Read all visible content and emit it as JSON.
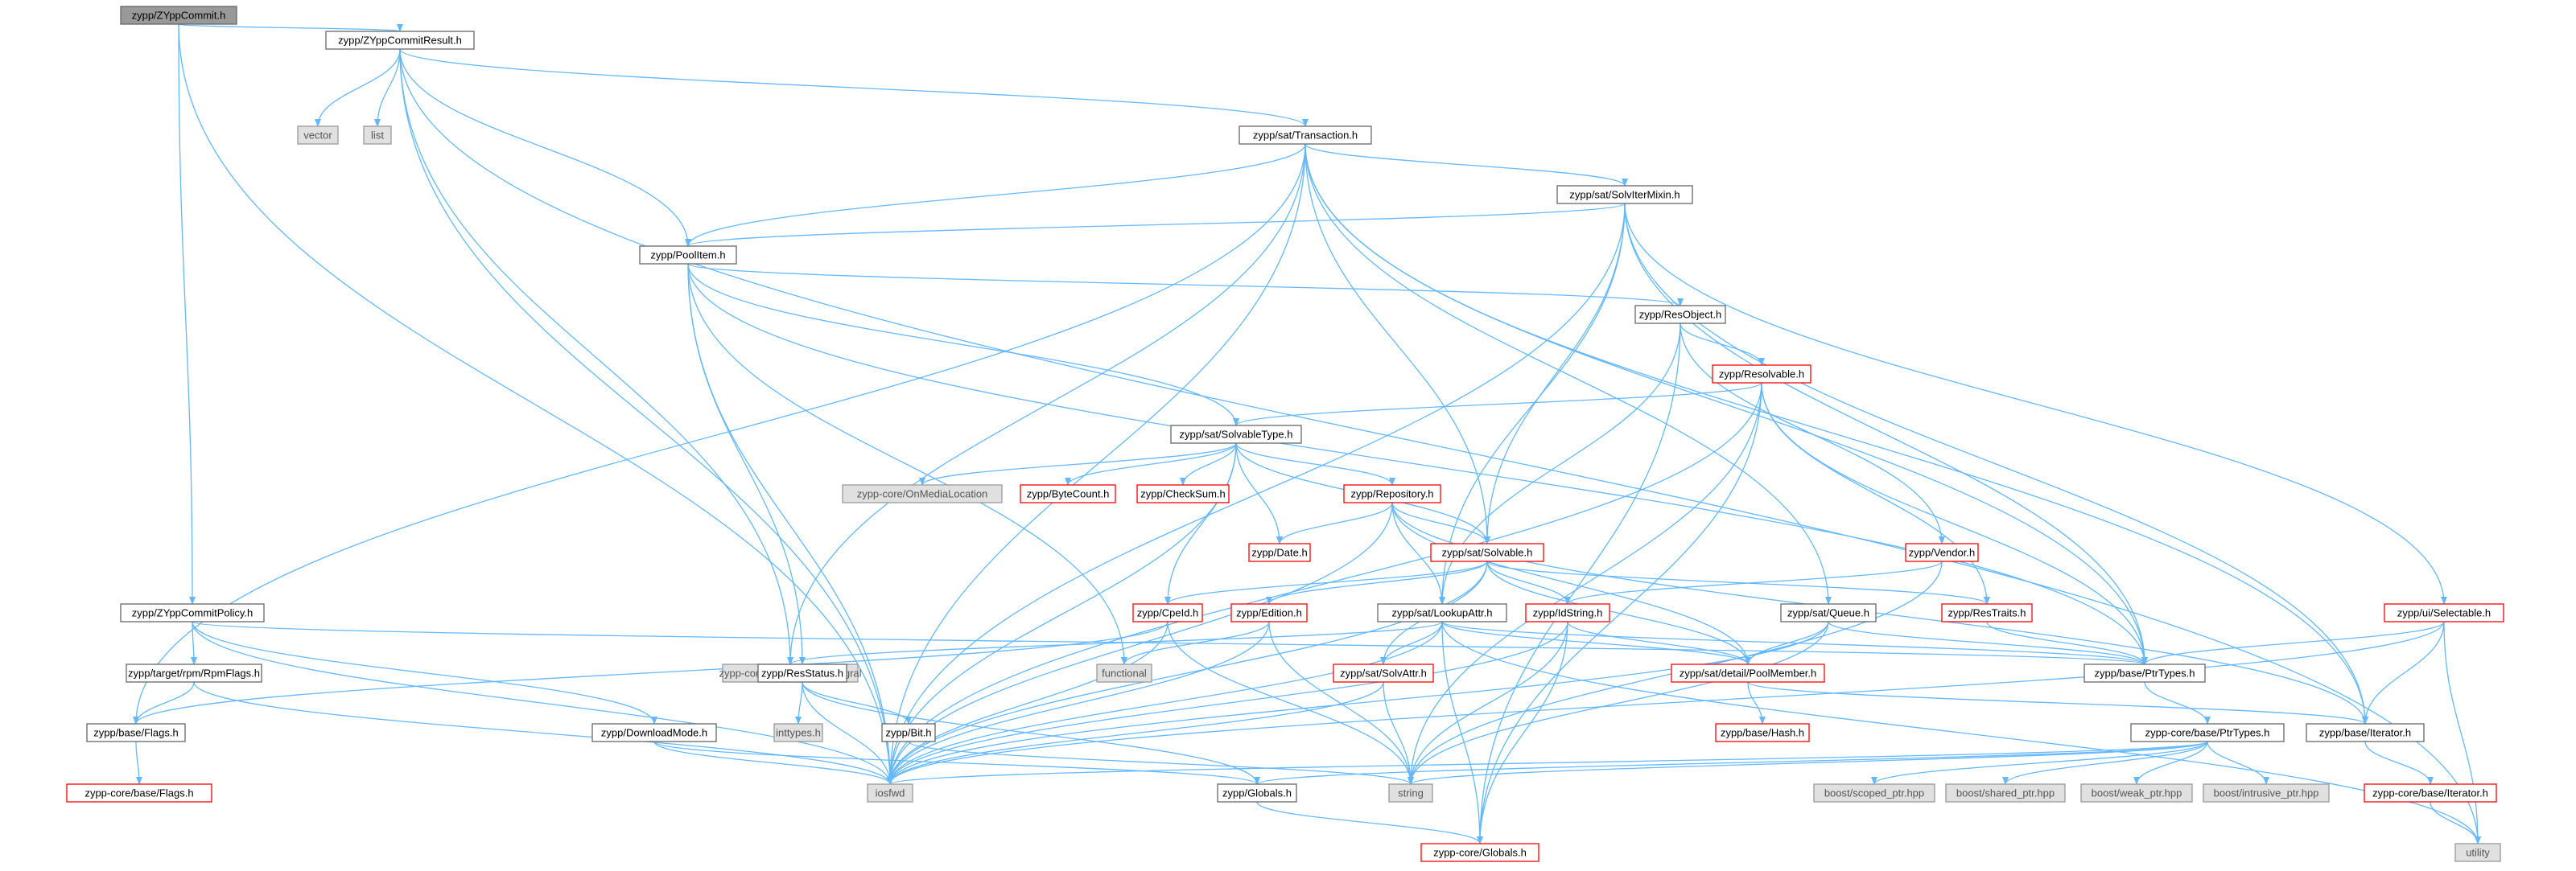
{
  "graph": {
    "title": "zypp/ZYppCommit.h",
    "colors": {
      "edge": "#63b8ff",
      "node_fill": "#ffffff",
      "node_border_normal": "#666666",
      "node_border_incomplete": "#ff0000",
      "node_fill_external": "#e0e0e0",
      "node_border_external": "#999999",
      "node_fill_root": "#999999",
      "node_border_root": "#666666"
    },
    "nodes": [
      {
        "id": "zyppcommit",
        "label": "zypp/ZYppCommit.h",
        "kind": "root"
      },
      {
        "id": "zyppcommitresult",
        "label": "zypp/ZYppCommitResult.h",
        "kind": "normal"
      },
      {
        "id": "vector",
        "label": "vector",
        "kind": "external"
      },
      {
        "id": "list",
        "label": "list",
        "kind": "external"
      },
      {
        "id": "transaction",
        "label": "zypp/sat/Transaction.h",
        "kind": "normal"
      },
      {
        "id": "soliterm",
        "label": "zypp/sat/SolvIterMixin.h",
        "kind": "normal"
      },
      {
        "id": "poolitem",
        "label": "zypp/PoolItem.h",
        "kind": "normal"
      },
      {
        "id": "resobject",
        "label": "zypp/ResObject.h",
        "kind": "normal"
      },
      {
        "id": "resolvable",
        "label": "zypp/Resolvable.h",
        "kind": "incomplete"
      },
      {
        "id": "solvabletype",
        "label": "zypp/sat/SolvableType.h",
        "kind": "normal"
      },
      {
        "id": "onmedia",
        "label": "zypp-core/OnMediaLocation",
        "kind": "external"
      },
      {
        "id": "bytecount",
        "label": "zypp/ByteCount.h",
        "kind": "incomplete"
      },
      {
        "id": "checksum",
        "label": "zypp/CheckSum.h",
        "kind": "incomplete"
      },
      {
        "id": "repository",
        "label": "zypp/Repository.h",
        "kind": "incomplete"
      },
      {
        "id": "date",
        "label": "zypp/Date.h",
        "kind": "incomplete"
      },
      {
        "id": "solvable",
        "label": "zypp/sat/Solvable.h",
        "kind": "incomplete"
      },
      {
        "id": "vendor",
        "label": "zypp/Vendor.h",
        "kind": "incomplete"
      },
      {
        "id": "selectable",
        "label": "zypp/ui/Selectable.h",
        "kind": "incomplete"
      },
      {
        "id": "policy",
        "label": "zypp/ZYppCommitPolicy.h",
        "kind": "normal"
      },
      {
        "id": "cpeid",
        "label": "zypp/CpeId.h",
        "kind": "incomplete"
      },
      {
        "id": "edition",
        "label": "zypp/Edition.h",
        "kind": "incomplete"
      },
      {
        "id": "lookupattr",
        "label": "zypp/sat/LookupAttr.h",
        "kind": "normal"
      },
      {
        "id": "idstring",
        "label": "zypp/IdString.h",
        "kind": "incomplete"
      },
      {
        "id": "queue",
        "label": "zypp/sat/Queue.h",
        "kind": "normal"
      },
      {
        "id": "restraits",
        "label": "zypp/ResTraits.h",
        "kind": "incomplete"
      },
      {
        "id": "rpmflags",
        "label": "zypp/target/rpm/RpmFlags.h",
        "kind": "normal"
      },
      {
        "id": "defaultintegral",
        "label": "zypp-core/base/DefaultIntegral",
        "kind": "external"
      },
      {
        "id": "functional",
        "label": "functional",
        "kind": "external"
      },
      {
        "id": "resstatus",
        "label": "zypp/ResStatus.h",
        "kind": "normal"
      },
      {
        "id": "solvattr",
        "label": "zypp/sat/SolvAttr.h",
        "kind": "incomplete"
      },
      {
        "id": "poolmember",
        "label": "zypp/sat/detail/PoolMember.h",
        "kind": "incomplete"
      },
      {
        "id": "ptrtypes",
        "label": "zypp/base/PtrTypes.h",
        "kind": "normal"
      },
      {
        "id": "flags",
        "label": "zypp/base/Flags.h",
        "kind": "normal"
      },
      {
        "id": "inttypes",
        "label": "inttypes.h",
        "kind": "external"
      },
      {
        "id": "bit",
        "label": "zypp/Bit.h",
        "kind": "normal"
      },
      {
        "id": "downloadmode",
        "label": "zypp/DownloadMode.h",
        "kind": "normal"
      },
      {
        "id": "hash",
        "label": "zypp/base/Hash.h",
        "kind": "incomplete"
      },
      {
        "id": "coreptrtypes",
        "label": "zypp-core/base/PtrTypes.h",
        "kind": "normal"
      },
      {
        "id": "iterator",
        "label": "zypp/base/Iterator.h",
        "kind": "normal"
      },
      {
        "id": "coreflags",
        "label": "zypp-core/base/Flags.h",
        "kind": "incomplete"
      },
      {
        "id": "iosfwd",
        "label": "iosfwd",
        "kind": "external"
      },
      {
        "id": "globals",
        "label": "zypp/Globals.h",
        "kind": "normal"
      },
      {
        "id": "string",
        "label": "string",
        "kind": "external"
      },
      {
        "id": "scopedptr",
        "label": "boost/scoped_ptr.hpp",
        "kind": "external"
      },
      {
        "id": "sharedptr",
        "label": "boost/shared_ptr.hpp",
        "kind": "external"
      },
      {
        "id": "weakptr",
        "label": "boost/weak_ptr.hpp",
        "kind": "external"
      },
      {
        "id": "intrusiveptr",
        "label": "boost/intrusive_ptr.hpp",
        "kind": "external"
      },
      {
        "id": "coreiterator",
        "label": "zypp-core/base/Iterator.h",
        "kind": "incomplete"
      },
      {
        "id": "coreglobals",
        "label": "zypp-core/Globals.h",
        "kind": "incomplete"
      },
      {
        "id": "utility",
        "label": "utility",
        "kind": "external"
      }
    ],
    "edges": [
      [
        "zyppcommit",
        "zyppcommitresult"
      ],
      [
        "zyppcommit",
        "policy"
      ],
      [
        "zyppcommit",
        "iosfwd"
      ],
      [
        "zyppcommitresult",
        "vector"
      ],
      [
        "zyppcommitresult",
        "list"
      ],
      [
        "zyppcommitresult",
        "transaction"
      ],
      [
        "zyppcommitresult",
        "poolitem"
      ],
      [
        "zyppcommitresult",
        "defaultintegral"
      ],
      [
        "zyppcommitresult",
        "iosfwd"
      ],
      [
        "zyppcommitresult",
        "utility"
      ],
      [
        "transaction",
        "soliterm"
      ],
      [
        "transaction",
        "poolitem"
      ],
      [
        "transaction",
        "solvable"
      ],
      [
        "transaction",
        "queue"
      ],
      [
        "transaction",
        "ptrtypes"
      ],
      [
        "transaction",
        "iterator"
      ],
      [
        "transaction",
        "defaultintegral"
      ],
      [
        "transaction",
        "flags"
      ],
      [
        "transaction",
        "iosfwd"
      ],
      [
        "soliterm",
        "poolitem"
      ],
      [
        "soliterm",
        "solvable"
      ],
      [
        "soliterm",
        "selectable"
      ],
      [
        "soliterm",
        "ptrtypes"
      ],
      [
        "soliterm",
        "iterator"
      ],
      [
        "soliterm",
        "iosfwd"
      ],
      [
        "soliterm",
        "lookupattr"
      ],
      [
        "poolitem",
        "resobject"
      ],
      [
        "poolitem",
        "solvabletype"
      ],
      [
        "poolitem",
        "resstatus"
      ],
      [
        "poolitem",
        "ptrtypes"
      ],
      [
        "poolitem",
        "functional"
      ],
      [
        "poolitem",
        "iosfwd"
      ],
      [
        "resobject",
        "resolvable"
      ],
      [
        "resobject",
        "vendor"
      ],
      [
        "resobject",
        "coreglobals"
      ],
      [
        "resobject",
        "lookupattr"
      ],
      [
        "resolvable",
        "solvabletype"
      ],
      [
        "resolvable",
        "ptrtypes"
      ],
      [
        "resolvable",
        "restraits"
      ],
      [
        "resolvable",
        "string"
      ],
      [
        "resolvable",
        "iosfwd"
      ],
      [
        "resolvable",
        "coreglobals"
      ],
      [
        "solvabletype",
        "onmedia"
      ],
      [
        "solvabletype",
        "bytecount"
      ],
      [
        "solvabletype",
        "checksum"
      ],
      [
        "solvabletype",
        "repository"
      ],
      [
        "solvabletype",
        "date"
      ],
      [
        "solvabletype",
        "solvable"
      ],
      [
        "solvabletype",
        "cpeid"
      ],
      [
        "solvabletype",
        "iosfwd"
      ],
      [
        "repository",
        "date"
      ],
      [
        "repository",
        "solvable"
      ],
      [
        "repository",
        "lookupattr"
      ],
      [
        "repository",
        "poolmember"
      ],
      [
        "repository",
        "iterator"
      ],
      [
        "repository",
        "iosfwd"
      ],
      [
        "solvable",
        "cpeid"
      ],
      [
        "solvable",
        "edition"
      ],
      [
        "solvable",
        "idstring"
      ],
      [
        "solvable",
        "solvattr"
      ],
      [
        "solvable",
        "poolmember"
      ],
      [
        "solvable",
        "restraits"
      ],
      [
        "solvable",
        "iosfwd"
      ],
      [
        "vendor",
        "idstring"
      ],
      [
        "vendor",
        "string"
      ],
      [
        "selectable",
        "ptrtypes"
      ],
      [
        "selectable",
        "iterator"
      ],
      [
        "selectable",
        "utility"
      ],
      [
        "selectable",
        "iosfwd"
      ],
      [
        "policy",
        "rpmflags"
      ],
      [
        "policy",
        "downloadmode"
      ],
      [
        "policy",
        "ptrtypes"
      ],
      [
        "policy",
        "iosfwd"
      ],
      [
        "rpmflags",
        "flags"
      ],
      [
        "rpmflags",
        "iosfwd"
      ],
      [
        "cpeid",
        "string"
      ],
      [
        "cpeid",
        "flags"
      ],
      [
        "cpeid",
        "iosfwd"
      ],
      [
        "edition",
        "functional"
      ],
      [
        "edition",
        "string"
      ],
      [
        "edition",
        "iosfwd"
      ],
      [
        "lookupattr",
        "solvattr"
      ],
      [
        "lookupattr",
        "poolmember"
      ],
      [
        "lookupattr",
        "ptrtypes"
      ],
      [
        "lookupattr",
        "defaultintegral"
      ],
      [
        "lookupattr",
        "iosfwd"
      ],
      [
        "lookupattr",
        "coreglobals"
      ],
      [
        "lookupattr",
        "utility"
      ],
      [
        "idstring",
        "poolmember"
      ],
      [
        "idstring",
        "string"
      ],
      [
        "idstring",
        "iosfwd"
      ],
      [
        "idstring",
        "coreglobals"
      ],
      [
        "queue",
        "poolmember"
      ],
      [
        "queue",
        "ptrtypes"
      ],
      [
        "queue",
        "iosfwd"
      ],
      [
        "queue",
        "string"
      ],
      [
        "restraits",
        "ptrtypes"
      ],
      [
        "resstatus",
        "inttypes"
      ],
      [
        "resstatus",
        "bit"
      ],
      [
        "resstatus",
        "globals"
      ],
      [
        "resstatus",
        "iosfwd"
      ],
      [
        "solvattr",
        "string"
      ],
      [
        "solvattr",
        "iosfwd"
      ],
      [
        "poolmember",
        "hash"
      ],
      [
        "poolmember",
        "iterator"
      ],
      [
        "ptrtypes",
        "coreptrtypes"
      ],
      [
        "flags",
        "coreflags"
      ],
      [
        "bit",
        "string"
      ],
      [
        "downloadmode",
        "iosfwd"
      ],
      [
        "downloadmode",
        "globals"
      ],
      [
        "coreptrtypes",
        "iosfwd"
      ],
      [
        "coreptrtypes",
        "string"
      ],
      [
        "coreptrtypes",
        "globals"
      ],
      [
        "coreptrtypes",
        "scopedptr"
      ],
      [
        "coreptrtypes",
        "sharedptr"
      ],
      [
        "coreptrtypes",
        "weakptr"
      ],
      [
        "coreptrtypes",
        "intrusiveptr"
      ],
      [
        "iterator",
        "coreiterator"
      ],
      [
        "coreiterator",
        "utility"
      ],
      [
        "globals",
        "coreglobals"
      ]
    ]
  }
}
